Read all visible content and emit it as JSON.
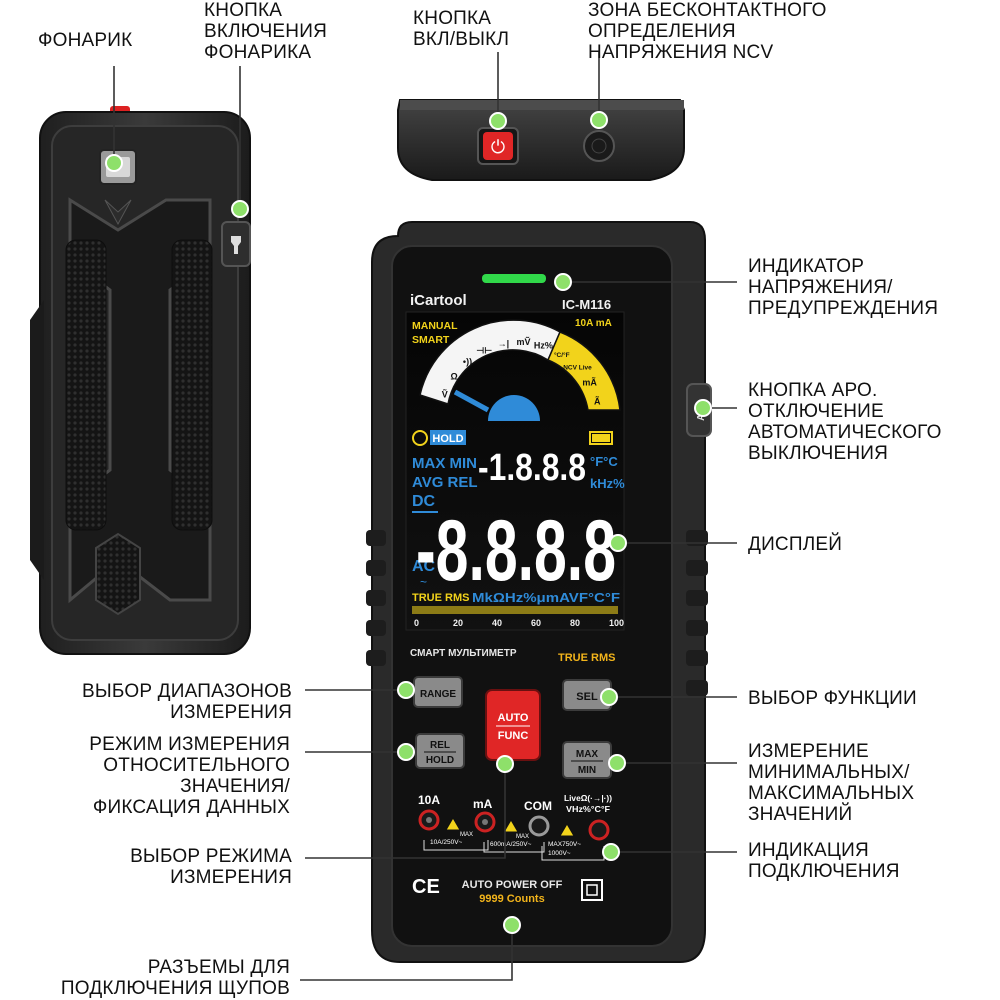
{
  "labels": {
    "flashlight": "ФОНАРИК",
    "flashlight_button": [
      "КНОПКА",
      "ВКЛЮЧЕНИЯ",
      "ФОНАРИКА"
    ],
    "power_button": [
      "КНОПКА",
      "ВКЛ/ВЫКЛ"
    ],
    "ncv_zone": [
      "ЗОНА БЕСКОНТАКТНОГО",
      "ОПРЕДЕЛЕНИЯ",
      "НАПРЯЖЕНИЯ NCV"
    ],
    "voltage_indicator": [
      "ИНДИКАТОР",
      "НАПРЯЖЕНИЯ/",
      "ПРЕДУПРЕЖДЕНИЯ"
    ],
    "apo_button": [
      "КНОПКА АРО.",
      "ОТКЛЮЧЕНИЕ",
      "АВТОМАТИЧЕСКОГО",
      "ВЫКЛЮЧЕНИЯ"
    ],
    "display": "ДИСПЛЕЙ",
    "range_select": [
      "ВЫБОР ДИАПАЗОНОВ",
      "ИЗМЕРЕНИЯ"
    ],
    "function_select": "ВЫБОР ФУНКЦИИ",
    "rel_hold": [
      "РЕЖИМ ИЗМЕРЕНИЯ",
      "ОТНОСИТЕЛЬНОГО",
      "ЗНАЧЕНИЯ/",
      "ФИКСАЦИЯ ДАННЫХ"
    ],
    "min_max": [
      "ИЗМЕРЕНИЕ",
      "МИНИМАЛЬНЫХ/",
      "МАКСИМАЛЬНЫХ",
      "ЗНАЧЕНИЙ"
    ],
    "mode_select": [
      "ВЫБОР РЕЖИМА",
      "ИЗМЕРЕНИЯ"
    ],
    "connection_indication": [
      "ИНДИКАЦИЯ",
      "ПОДКЛЮЧЕНИЯ"
    ],
    "probe_jacks": [
      "РАЗЪЕМЫ ДЛЯ",
      "ПОДКЛЮЧЕНИЯ ЩУПОВ"
    ]
  },
  "device": {
    "brand": "iCartool",
    "model": "IC-M116",
    "lcd": {
      "manual": "MANUAL",
      "smart": "SMART",
      "current_units": "10A  mA",
      "hold": "HOLD",
      "max_min": "MAX MIN",
      "avg_rel": "AVG REL",
      "dc": "DC",
      "ac": "AC",
      "small_digits": "-1.8.8.8",
      "big_digits": "-8.8.8.8",
      "temp_unit": "°F°C",
      "khz_pct": "kHz%",
      "true_rms_bar": "TRUE RMS",
      "units_row": "MkΩHz%μmAVF°C°F",
      "scale": [
        "0",
        "20",
        "40",
        "60",
        "80",
        "100"
      ],
      "dial_items": [
        "Ṽ",
        "Ω",
        "•))",
        "⊣⊢",
        "→|",
        "mṼ",
        "Hz%",
        "°C/°F",
        "NCV Live",
        "mÃ",
        "Ã"
      ]
    },
    "caption_left": "СМАРТ МУЛЬТИМЕТР",
    "caption_right": "TRUE RMS",
    "buttons": {
      "range": "RANGE",
      "sel": "SEL",
      "auto": "AUTO",
      "func": "FUNC",
      "rel": "REL",
      "hold": "HOLD",
      "max": "MAX",
      "min": "MIN",
      "power_symbol": "⏻",
      "apo": "APO"
    },
    "jacks": {
      "a10": "10A",
      "ma": "mA",
      "com": "COM",
      "live": "LiveΩ(·→|·))",
      "vhz": "VHz%°C°F",
      "a10_rating": "10A/250V~",
      "ma_rating": "600mA/250V~",
      "v_rating": "1000V~",
      "max_rating": "MAX750V~",
      "max_small": "MAX"
    },
    "bottom": {
      "ce": "CE",
      "apo_text": "AUTO POWER OFF",
      "counts": "9999 Counts"
    }
  },
  "colors": {
    "accent_green": "#8ee06a",
    "red_button": "#e02626",
    "yellow_lcd": "#f2d31b",
    "blue_lcd": "#2f8bd8",
    "body_dark": "#2b2b2b"
  }
}
